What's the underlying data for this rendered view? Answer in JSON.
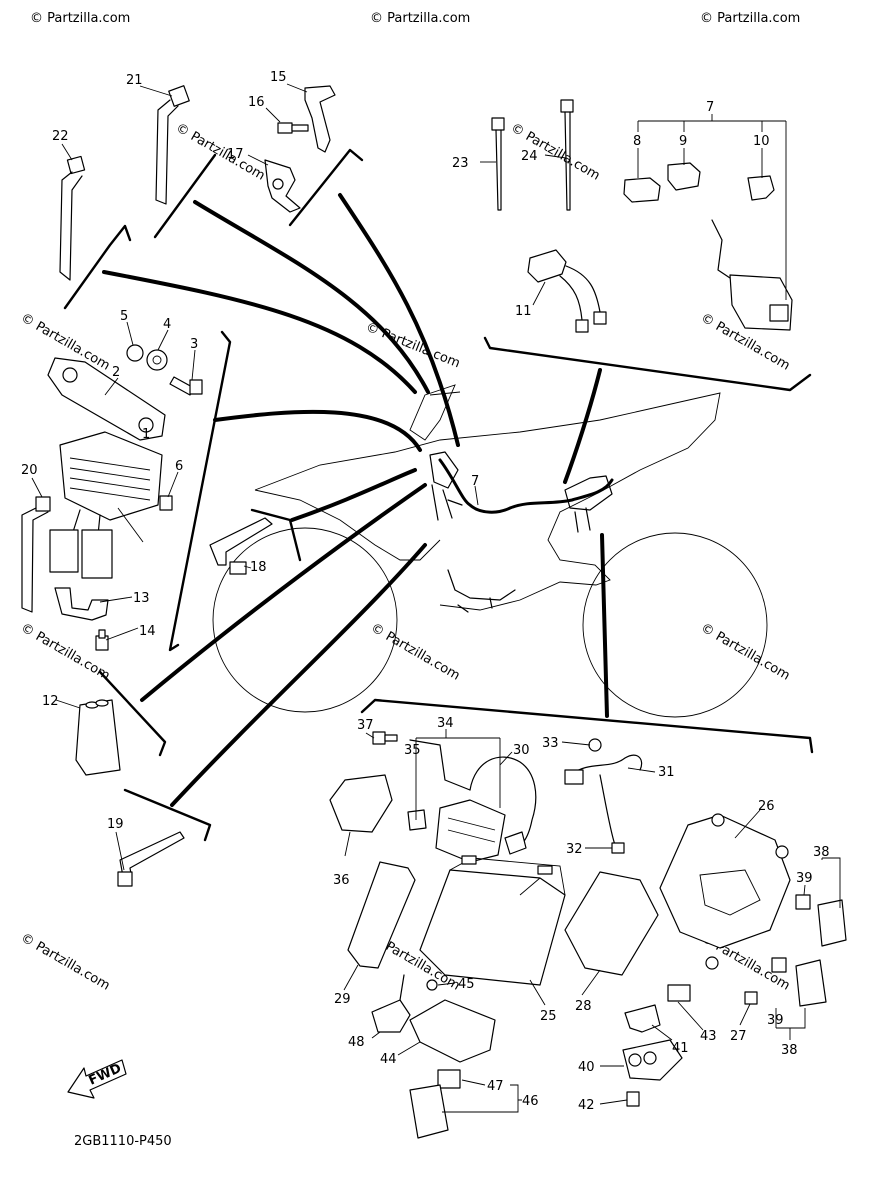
{
  "watermark": {
    "tile_text": "© Partzilla.com",
    "center_text": "© Partzilla.com"
  },
  "diagram_code": "2GB1110-P450",
  "fwd_label": "FWD",
  "part_numbers": {
    "n1": "1",
    "n2": "2",
    "n3": "3",
    "n4": "4",
    "n5": "5",
    "n6": "6",
    "n7": "7",
    "n7b": "7",
    "n8": "8",
    "n9": "9",
    "n10": "10",
    "n11": "11",
    "n12": "12",
    "n13": "13",
    "n14": "14",
    "n15": "15",
    "n16": "16",
    "n17": "17",
    "n18": "18",
    "n19": "19",
    "n20": "20",
    "n21": "21",
    "n22": "22",
    "n23": "23",
    "n24": "24",
    "n25": "25",
    "n26": "26",
    "n27": "27",
    "n28": "28",
    "n29": "29",
    "n30": "30",
    "n31": "31",
    "n32": "32",
    "n33": "33",
    "n34": "34",
    "n35": "35",
    "n36": "36",
    "n37": "37",
    "n38": "38",
    "n38b": "38",
    "n39": "39",
    "n39b": "39",
    "n40": "40",
    "n41": "41",
    "n42": "42",
    "n43": "43",
    "n44": "44",
    "n45": "45",
    "n46": "46",
    "n47": "47",
    "n48": "48"
  }
}
